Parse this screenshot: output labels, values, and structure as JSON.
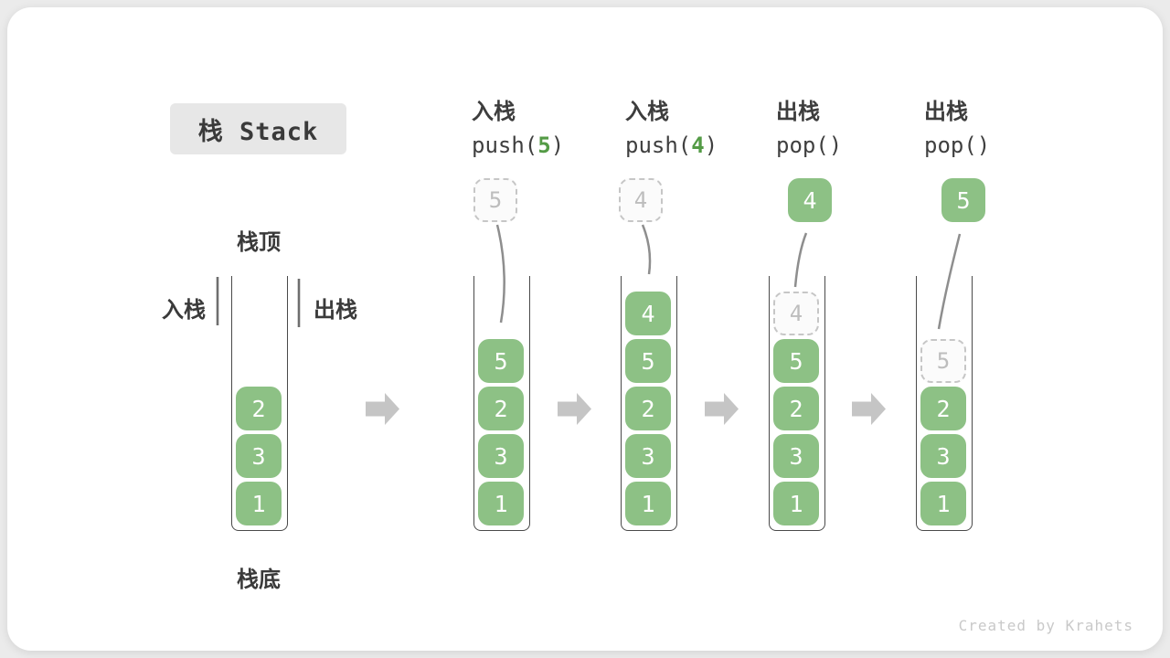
{
  "title": "栈 Stack",
  "watermark": "Created by Krahets",
  "diagram_labels": {
    "stack_top": "栈顶",
    "stack_bottom": "栈底",
    "push_side": "入栈",
    "pop_side": "出栈"
  },
  "operations": [
    {
      "label": "入栈",
      "code_pre": "push(",
      "arg": "5",
      "code_post": ")"
    },
    {
      "label": "入栈",
      "code_pre": "push(",
      "arg": "4",
      "code_post": ")"
    },
    {
      "label": "出栈",
      "code_pre": "pop()",
      "arg": "",
      "code_post": ""
    },
    {
      "label": "出栈",
      "code_pre": "pop()",
      "arg": "",
      "code_post": ""
    }
  ],
  "stacks": [
    {
      "name": "initial-stack",
      "items": [
        "1",
        "3",
        "2"
      ]
    },
    {
      "name": "after-push-5",
      "items": [
        "1",
        "3",
        "2",
        "5"
      ],
      "floating": {
        "value": "5",
        "kind": "ghost"
      }
    },
    {
      "name": "after-push-4",
      "items": [
        "1",
        "3",
        "2",
        "5",
        "4"
      ],
      "floating": {
        "value": "4",
        "kind": "ghost"
      }
    },
    {
      "name": "after-pop-returns-4",
      "items": [
        "1",
        "3",
        "2",
        "5"
      ],
      "ghost_slot": {
        "value": "4",
        "index": 4
      },
      "floating": {
        "value": "4",
        "kind": "solid"
      }
    },
    {
      "name": "after-pop-returns-5",
      "items": [
        "1",
        "3",
        "2"
      ],
      "ghost_slot": {
        "value": "5",
        "index": 3
      },
      "floating": {
        "value": "5",
        "kind": "solid"
      }
    }
  ],
  "colors": {
    "item_green": "#8dc185",
    "arg_green": "#549b46",
    "ghost_border": "#c6c6c6",
    "ghost_text": "#bdbdbd",
    "block_arrow_grey": "#c5c5c5",
    "curve_arrow_grey": "#8e8e8e",
    "side_arrow_grey": "#6e6e6e",
    "watermark_grey": "#c9c9c9",
    "page_background": "#ebebeb"
  }
}
